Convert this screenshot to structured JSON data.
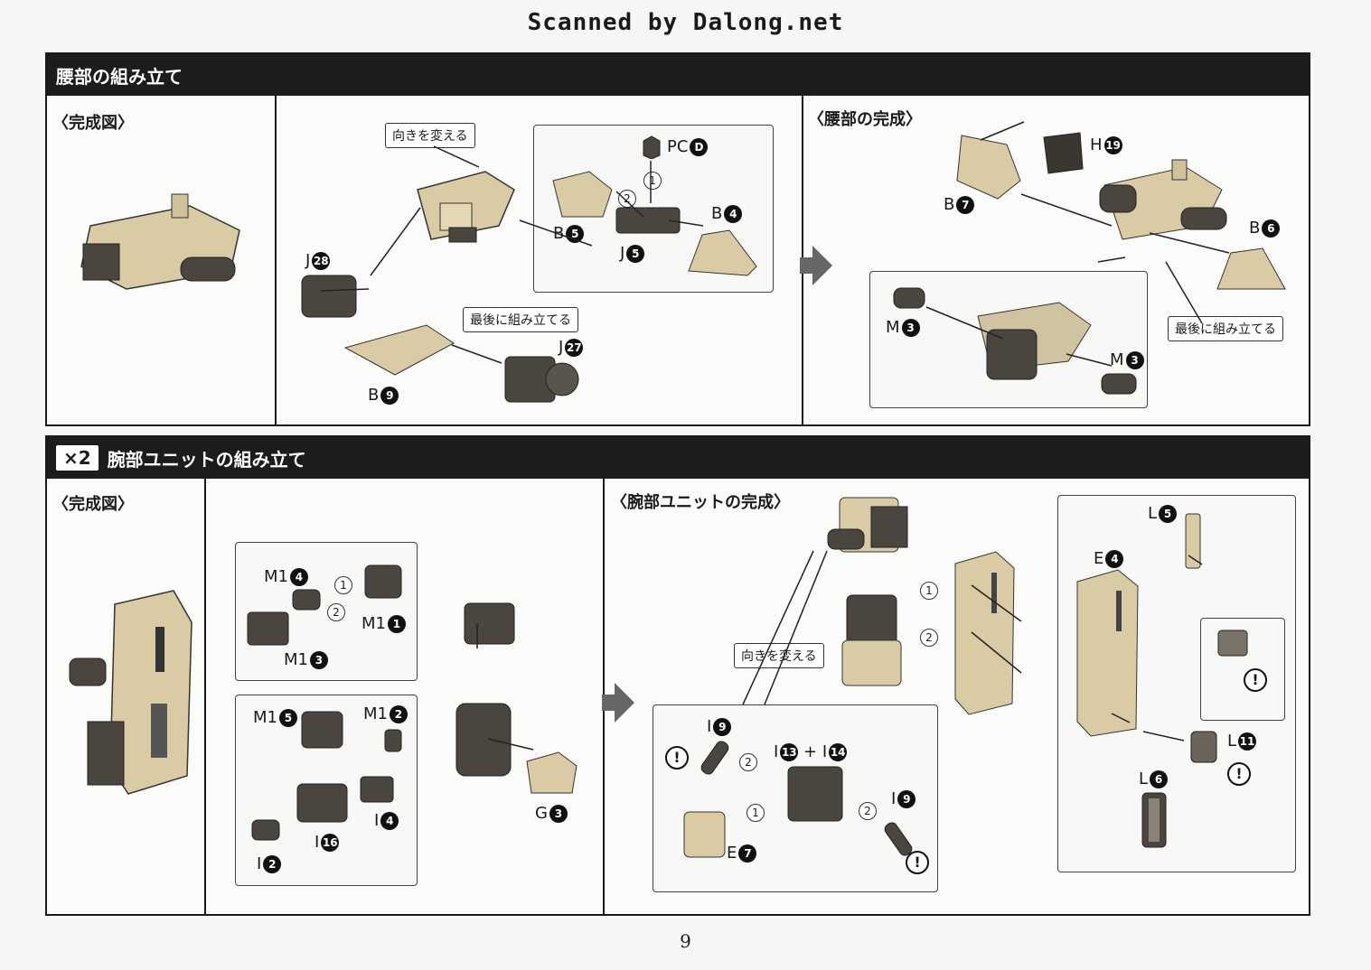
{
  "scan_credit": "Scanned by Dalong.net",
  "page_number": "9",
  "colors": {
    "header_bg": "#1c1c1c",
    "tan": "#d9cba4",
    "dark_part": "#4a463f"
  },
  "section1": {
    "title": "腰部の組み立て",
    "complete_label": "〈完成図〉",
    "result_label": "〈腰部の完成〉",
    "callout_turn": "向きを変える",
    "callout_last": "最後に組み立てる",
    "callout_last2": "最後に組み立てる",
    "parts": {
      "pc": "PC",
      "pc_num": "D",
      "b5": "B",
      "b5_num": "5",
      "b4": "B",
      "b4_num": "4",
      "j5": "J",
      "j5_num": "5",
      "j28": "J",
      "j28_num": "28",
      "j27": "J",
      "j27_num": "27",
      "b9": "B",
      "b9_num": "9",
      "h19": "H",
      "h19_num": "19",
      "b7": "B",
      "b7_num": "7",
      "b6": "B",
      "b6_num": "6",
      "m3a": "M",
      "m3a_num": "3",
      "m3b": "M",
      "m3b_num": "3"
    }
  },
  "section2": {
    "multiplier": "×2",
    "title": "腕部ユニットの組み立て",
    "complete_label": "〈完成図〉",
    "result_label": "〈腕部ユニットの完成〉",
    "callout_turn": "向きを変える",
    "parts": {
      "m14": "M1",
      "m14_num": "4",
      "m11": "M1",
      "m11_num": "1",
      "m13": "M1",
      "m13_num": "3",
      "m15": "M1",
      "m15_num": "5",
      "m12": "M1",
      "m12_num": "2",
      "i4": "I",
      "i4_num": "4",
      "i16": "I",
      "i16_num": "16",
      "i2": "I",
      "i2_num": "2",
      "g3": "G",
      "g3_num": "3",
      "i9a": "I",
      "i9a_num": "9",
      "i13_14": "I",
      "i13_num": "13",
      "plus": "+",
      "i14": "I",
      "i14_num": "14",
      "i9b": "I",
      "i9b_num": "9",
      "e7": "E",
      "e7_num": "7",
      "l5": "L",
      "l5_num": "5",
      "e4": "E",
      "e4_num": "4",
      "l11": "L",
      "l11_num": "11",
      "l6": "L",
      "l6_num": "6"
    },
    "steps": [
      "1",
      "2"
    ],
    "warn_mark": "!"
  }
}
